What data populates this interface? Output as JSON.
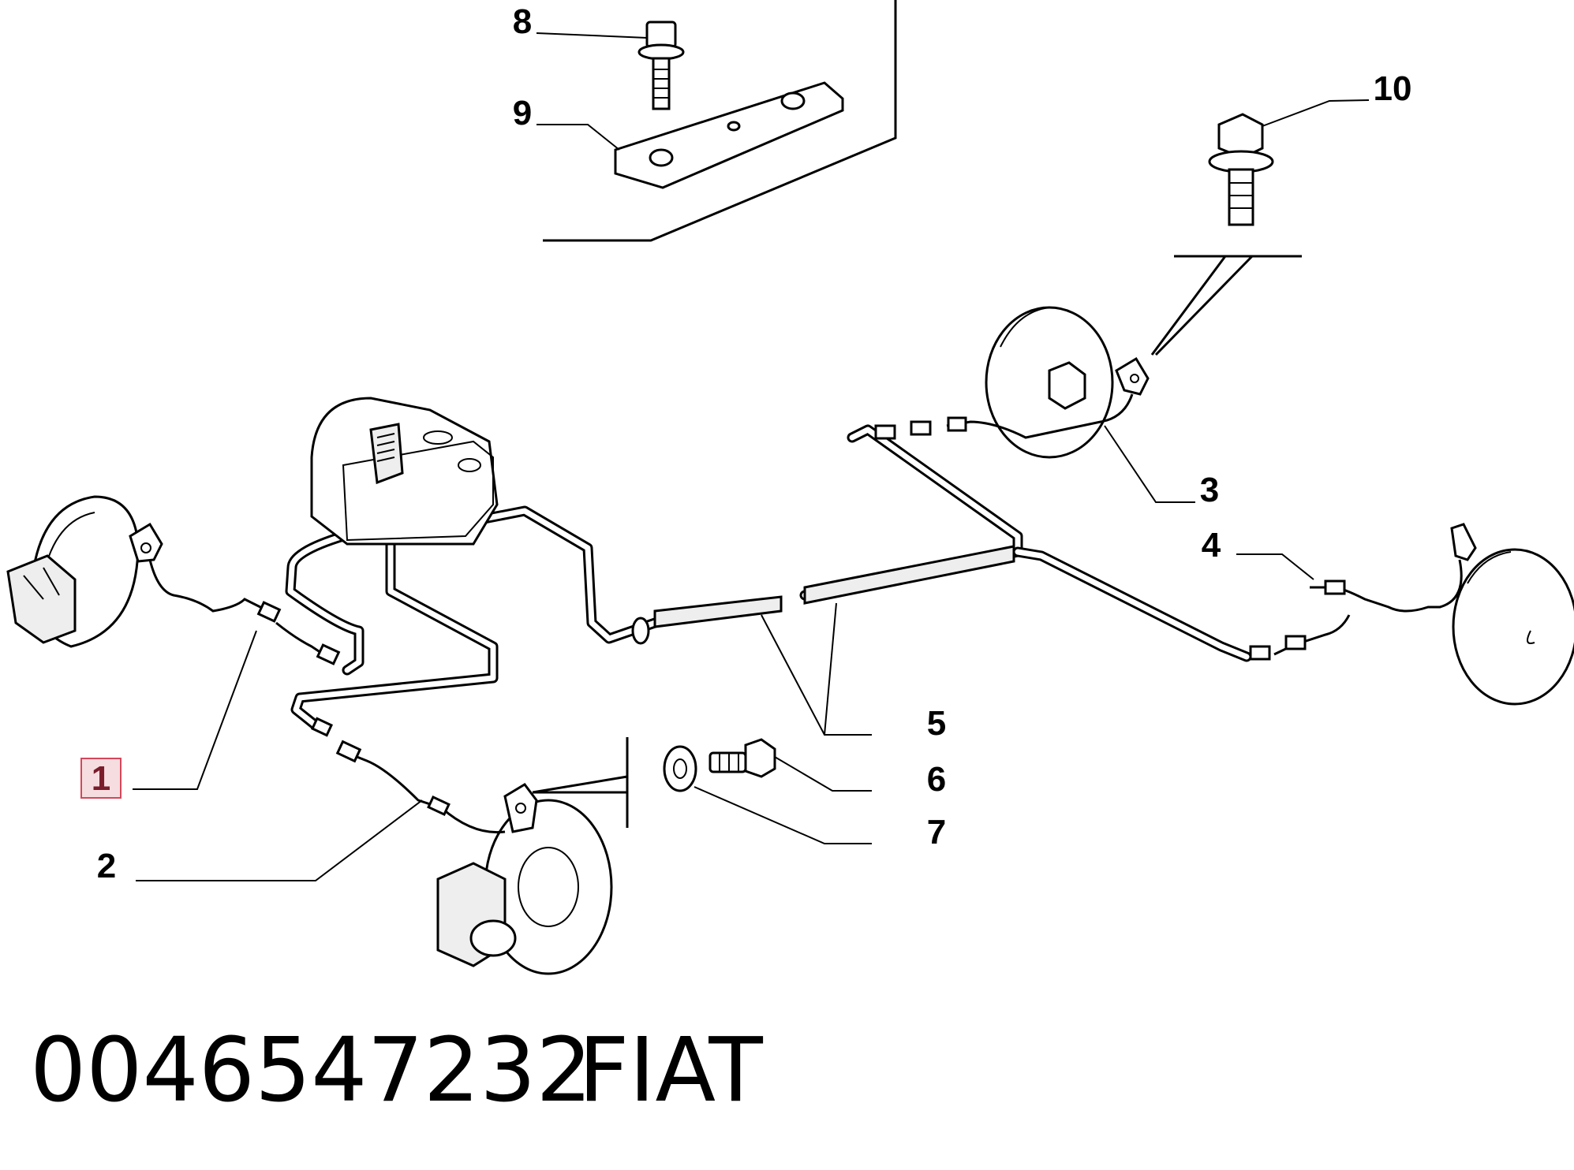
{
  "callouts": [
    {
      "id": "1",
      "text": "1",
      "highlighted": true
    },
    {
      "id": "2",
      "text": "2"
    },
    {
      "id": "3",
      "text": "3"
    },
    {
      "id": "4",
      "text": "4"
    },
    {
      "id": "5",
      "text": "5"
    },
    {
      "id": "6",
      "text": "6"
    },
    {
      "id": "7",
      "text": "7"
    },
    {
      "id": "8",
      "text": "8"
    },
    {
      "id": "9",
      "text": "9"
    },
    {
      "id": "10",
      "text": "10"
    }
  ],
  "footer": {
    "part_number": "0046547232",
    "brand": "FIAT"
  },
  "colors": {
    "line": "#000000",
    "highlight_border": "#d5475a",
    "highlight_fill": "#f6dde0",
    "highlight_text": "#7a1d2a"
  }
}
